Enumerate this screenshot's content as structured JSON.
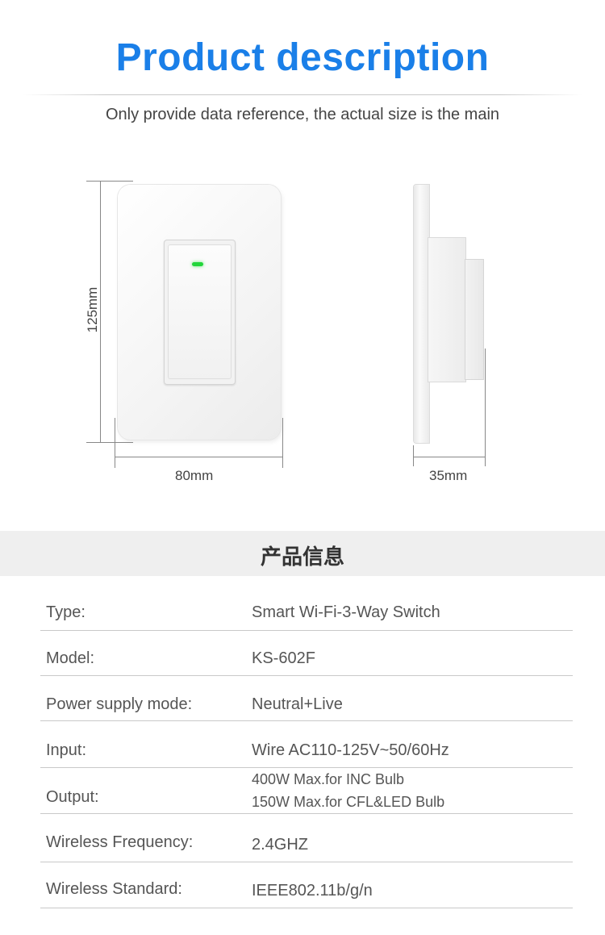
{
  "header": {
    "title": "Product description",
    "subtitle": "Only provide data reference, the actual size is the main"
  },
  "diagram": {
    "height_label": "125mm",
    "width_label": "80mm",
    "depth_label": "35mm",
    "led_color": "#22d63a"
  },
  "info": {
    "section_title": "产品信息",
    "rows": [
      {
        "label": "Type:",
        "value": "Smart Wi-Fi-3-Way Switch"
      },
      {
        "label": "Model:",
        "value": "KS-602F"
      },
      {
        "label": "Power supply mode:",
        "value": "Neutral+Live"
      },
      {
        "label": "Input:",
        "value": "Wire AC110-125V~50/60Hz"
      },
      {
        "label": "Output:",
        "value_line1": "400W Max.for INC Bulb",
        "value_line2": "150W Max.for CFL&LED Bulb"
      },
      {
        "label": "Wireless Frequency:",
        "value": "2.4GHZ"
      },
      {
        "label": "Wireless Standard:",
        "value": "IEEE802.11b/g/n"
      }
    ]
  },
  "colors": {
    "title_blue": "#1a7fe8",
    "band_gray": "#efefef"
  }
}
